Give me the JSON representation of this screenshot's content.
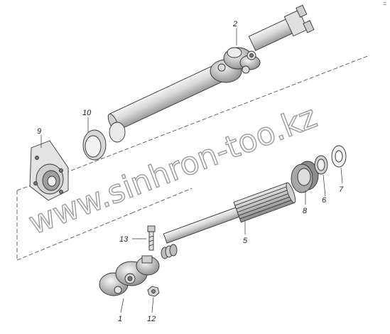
{
  "corner_mark": "=",
  "watermark": "www.sinhron-too.kz",
  "callouts": {
    "c1": "1",
    "c2": "2",
    "c5": "5",
    "c6": "6",
    "c7": "7",
    "c8": "8",
    "c9": "9",
    "c10": "10",
    "c12": "12",
    "c13": "13"
  }
}
